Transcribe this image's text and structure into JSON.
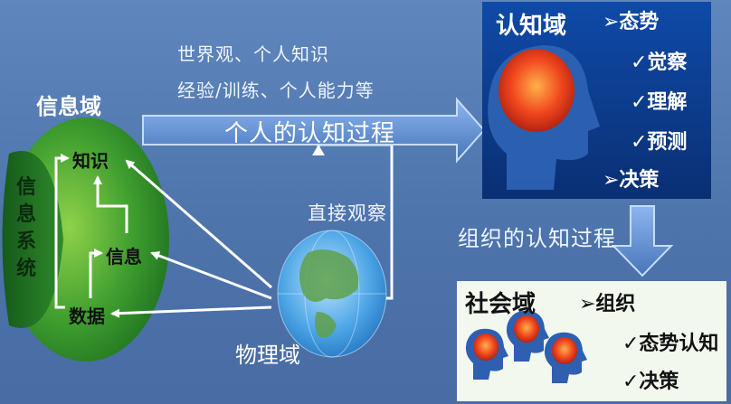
{
  "info_domain": {
    "title": "信息域",
    "system_label": "信息系统",
    "nodes": [
      "知识",
      "信息",
      "数据"
    ]
  },
  "top_text": {
    "line1": "世界观、个人知识",
    "line2": "经验/训练、个人能力等"
  },
  "main_arrow_label": "个人的认知过程",
  "direct_observation": "直接观察",
  "physical_domain": "物理域",
  "cognitive_domain": {
    "title": "认知域",
    "items": [
      "➢态势",
      "✓觉察",
      "✓理解",
      "✓预测",
      "➢决策"
    ]
  },
  "org_process": "组织的认知过程",
  "social_domain": {
    "title": "社会域",
    "items": [
      "➢组织",
      "✓态势认知",
      "✓决策"
    ]
  },
  "colors": {
    "background": "#4e74ac",
    "info_circle": "#2c8a2c",
    "info_system": "#1d5f20",
    "cognitive_box": "#0d3d8c",
    "social_box": "#f2f8ee"
  }
}
